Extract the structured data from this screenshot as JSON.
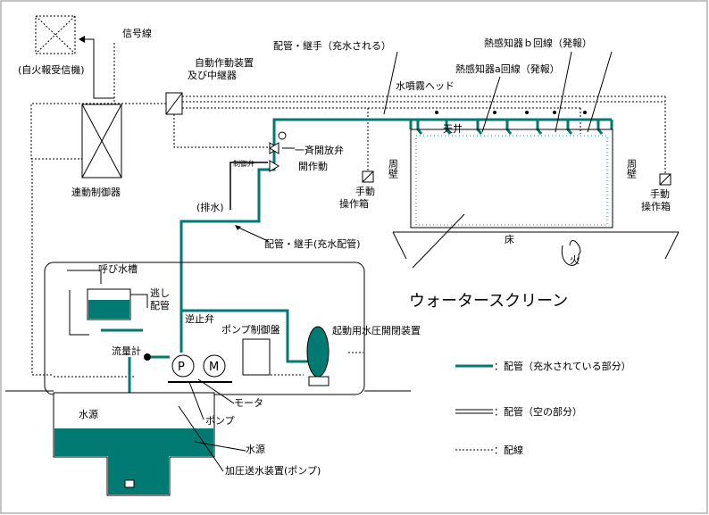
{
  "labels": {
    "fire_receiver": "(自火報受信機)",
    "signal_line": "信号線",
    "auto_device": "自動作動装置",
    "relay": "及び中継器",
    "pipe_charged": "配管・継手（充水される）",
    "sensor_b": "熱感知器ｂ回線（発報）",
    "sensor_a": "熱感知器a回線（発報）",
    "spray_head": "水噴霧ヘッド",
    "ceiling": "天井",
    "perimeter_wall": "周壁",
    "valve_line1": "一斉開放弁",
    "valve_line2": "開作動",
    "drain_valve": "制御弁",
    "drain": "(排水)",
    "manual_box_line1": "手動",
    "manual_box_line2": "操作箱",
    "interlock_panel": "連動制御器",
    "floor": "床",
    "fire": "火",
    "pipe_fill": "配管・継手(充水配管)",
    "priming_tank": "呼び水槽",
    "relief_pipe_line1": "逃し",
    "relief_pipe_line2": "配管",
    "check_valve": "逆止弁",
    "pump_panel": "ポンプ制御盤",
    "pressure_switch": "起動用水圧開閉装置",
    "flow_meter": "流量計",
    "water_source": "水源",
    "motor": "モータ",
    "pump": "ポンプ",
    "pump_unit": "加圧送水装置(ポンプ)",
    "water_screen": "ウォータースクリーン",
    "pump_symbol": "P",
    "motor_symbol": "M"
  },
  "legend": [
    {
      "label": "：配管（充水されている部分）"
    },
    {
      "label": "：配管（空の部分）"
    },
    {
      "label": "：配線"
    }
  ],
  "colors": {
    "water": "#007a72",
    "line": "#000000",
    "spray_dot": "#1f8f86"
  }
}
